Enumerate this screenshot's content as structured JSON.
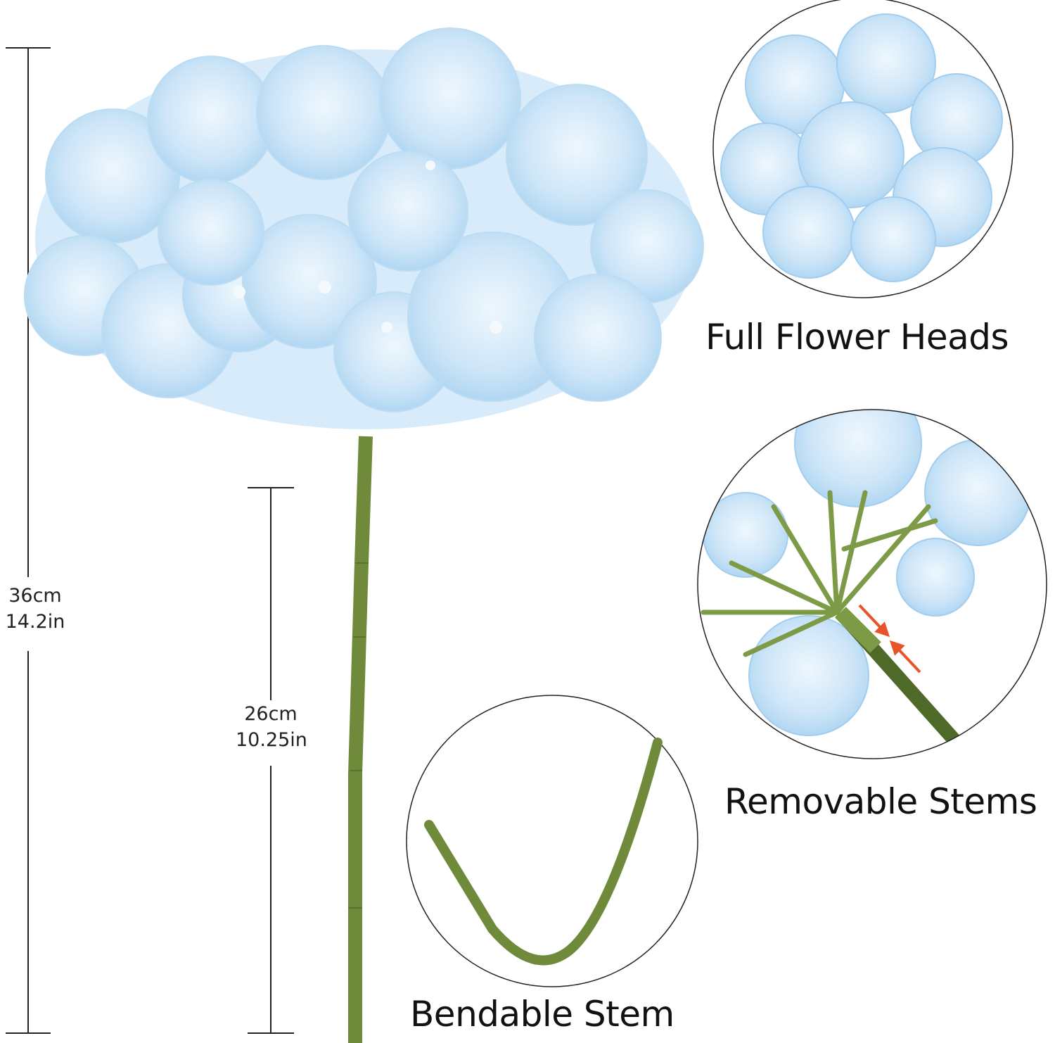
{
  "dimensions": {
    "total_height": {
      "cm": "36cm",
      "in": "14.2in"
    },
    "stem_length": {
      "cm": "26cm",
      "in": "10.25in"
    }
  },
  "features": {
    "full_flower_heads": "Full Flower Heads",
    "removable_stems": "Removable Stems",
    "bendable_stem": "Bendable Stem"
  },
  "colors": {
    "petal": "#cfe6f8",
    "petal_shade": "#a9d3f1",
    "stem": "#6f8a3a",
    "arrow": "#e8542a"
  }
}
